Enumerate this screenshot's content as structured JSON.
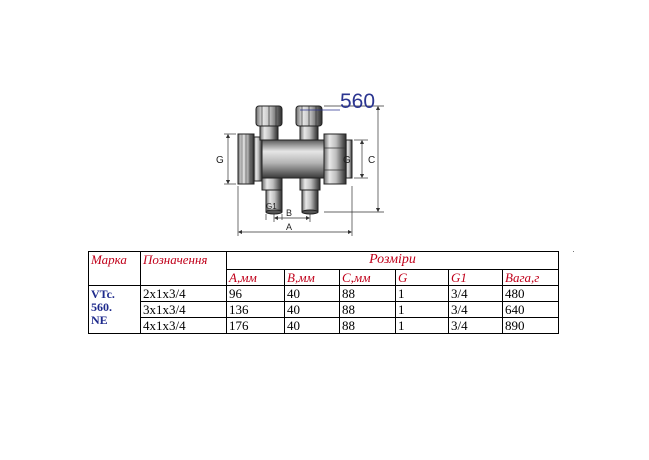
{
  "drawing": {
    "model_label": "560",
    "dimension_labels": {
      "g_left": "G",
      "g_right": "G",
      "c": "C",
      "g1": "G1",
      "b": "B",
      "a": "A"
    }
  },
  "table": {
    "headers": {
      "marka": "Марка",
      "poznachennya": "Позначення",
      "rozmiry": "Розміри",
      "cols": [
        "A,мм",
        "B,мм",
        "C,мм",
        "G",
        "G1",
        "Вага,г"
      ]
    },
    "marka_lines": [
      "VTc.",
      "560.",
      "NE"
    ],
    "rows": [
      {
        "designation": "2x1x3/4",
        "values": [
          "96",
          "40",
          "88",
          "1",
          "3/4",
          "480"
        ]
      },
      {
        "designation": "3x1x3/4",
        "values": [
          "136",
          "40",
          "88",
          "1",
          "3/4",
          "640"
        ]
      },
      {
        "designation": "4x1x3/4",
        "values": [
          "176",
          "40",
          "88",
          "1",
          "3/4",
          "890"
        ]
      }
    ]
  },
  "colors": {
    "header_red": "#c0001a",
    "marka_blue": "#1e2a8c",
    "dimension_blue": "#2b3590"
  }
}
